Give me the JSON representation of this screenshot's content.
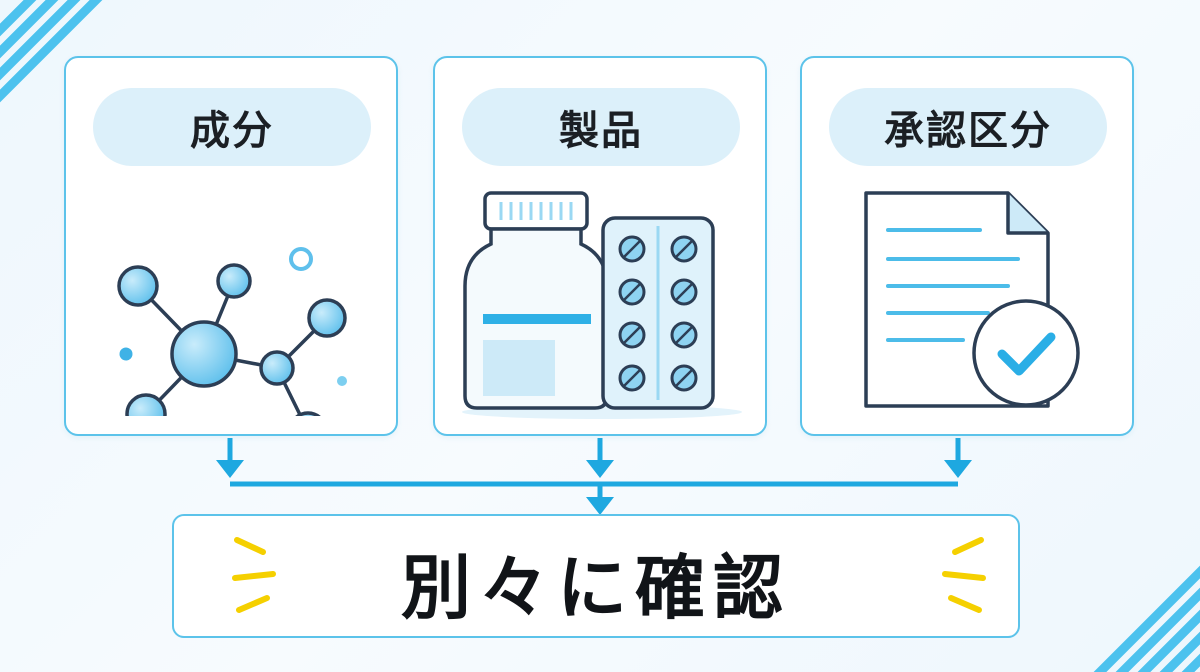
{
  "cards": [
    {
      "label": "成分",
      "icon": "molecule-icon"
    },
    {
      "label": "製品",
      "icon": "medicine-bottle-and-blister-pack-icon"
    },
    {
      "label": "承認区分",
      "icon": "approved-document-icon"
    }
  ],
  "result": {
    "label": "別々に確認"
  },
  "colors": {
    "accent": "#5cc3ea",
    "arrow": "#1ea8e0",
    "pill_bg": "#dcf0fa",
    "sparkle": "#f5d000",
    "outline": "#2c3e55"
  }
}
